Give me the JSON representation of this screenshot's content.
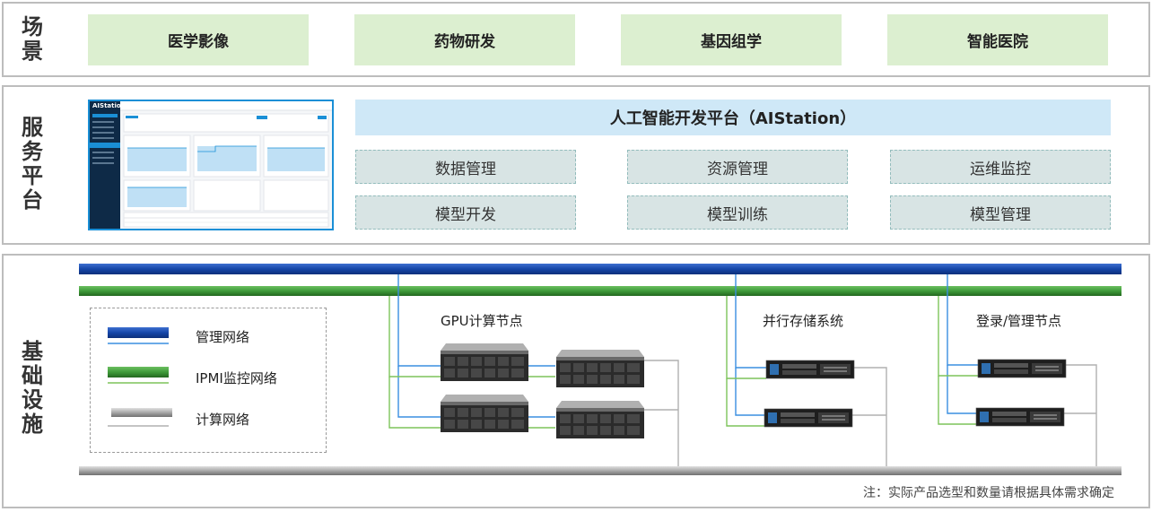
{
  "sections": {
    "scene": {
      "label": [
        "场",
        "景"
      ]
    },
    "service": {
      "label": [
        "服",
        "务",
        "平",
        "台"
      ]
    },
    "infra": {
      "label": [
        "基",
        "础",
        "设",
        "施"
      ]
    }
  },
  "scenes": [
    "医学影像",
    "药物研发",
    "基因组学",
    "智能医院"
  ],
  "platform": {
    "title": "人工智能开发平台（AIStation）",
    "modules": [
      "数据管理",
      "资源管理",
      "运维监控",
      "模型开发",
      "模型训练",
      "模型管理"
    ],
    "screenshot_logo": "AIStation"
  },
  "infrastructure": {
    "nodes": [
      "GPU计算节点",
      "并行存储系统",
      "登录/管理节点"
    ],
    "legend": [
      "管理网络",
      "IPMI监控网络",
      "计算网络"
    ]
  },
  "colors": {
    "management_net": "#1546a8",
    "ipmi_net": "#3f9a3a",
    "compute_net": "#9a9a9a",
    "scene_bg": "#dcefd0",
    "platform_bg": "#cfe8f7",
    "module_bg": "#d8e4e4"
  },
  "note": "注：实际产品选型和数量请根据具体需求确定"
}
